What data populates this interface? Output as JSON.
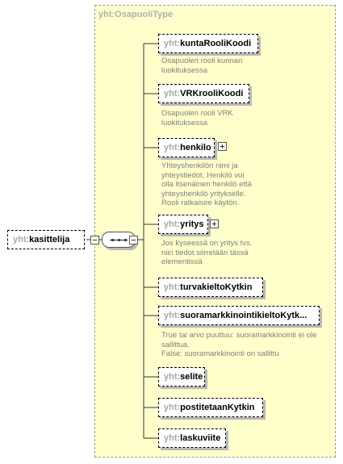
{
  "root": {
    "prefix": "yht:",
    "name": "kasittelija"
  },
  "type": {
    "title": "yht:OsapuoliType"
  },
  "elements": [
    {
      "prefix": "yht:",
      "name": "kuntaRooliKoodi",
      "desc": [
        "Osapuolen rooli kunnan",
        "luokituksessa"
      ]
    },
    {
      "prefix": "yht:",
      "name": "VRKrooliKoodi",
      "desc": [
        "Osapuolen rooli VRK",
        "luokituksessa"
      ]
    },
    {
      "prefix": "yht:",
      "name": "henkilo",
      "desc": [
        "Yhteyshenkilön nimi ja",
        "yhteystiedot. Henkilö voi",
        "olla itsenäinen henkilö että",
        "yhteyshenkilö yritykselle.",
        "Rooli ratkaisee käytön."
      ]
    },
    {
      "prefix": "yht:",
      "name": "yritys",
      "desc": [
        "Jos kyseessä on yritys tvs.",
        "niin tiedot siirretään tässä",
        "elementissä"
      ]
    },
    {
      "prefix": "yht:",
      "name": "turvakieltoKytkin",
      "desc": []
    },
    {
      "prefix": "yht:",
      "name": "suoramarkkinointikieltoKytk...",
      "desc": [
        "True tai arvo puuttuu: suoramarkkinointi ei ole",
        "sallittua.",
        "False: suoramarkkinointi on sallittu"
      ]
    },
    {
      "prefix": "yht:",
      "name": "selite",
      "desc": []
    },
    {
      "prefix": "yht:",
      "name": "postitetaanKytkin",
      "desc": []
    },
    {
      "prefix": "yht:",
      "name": "laskuviite",
      "desc": []
    }
  ]
}
